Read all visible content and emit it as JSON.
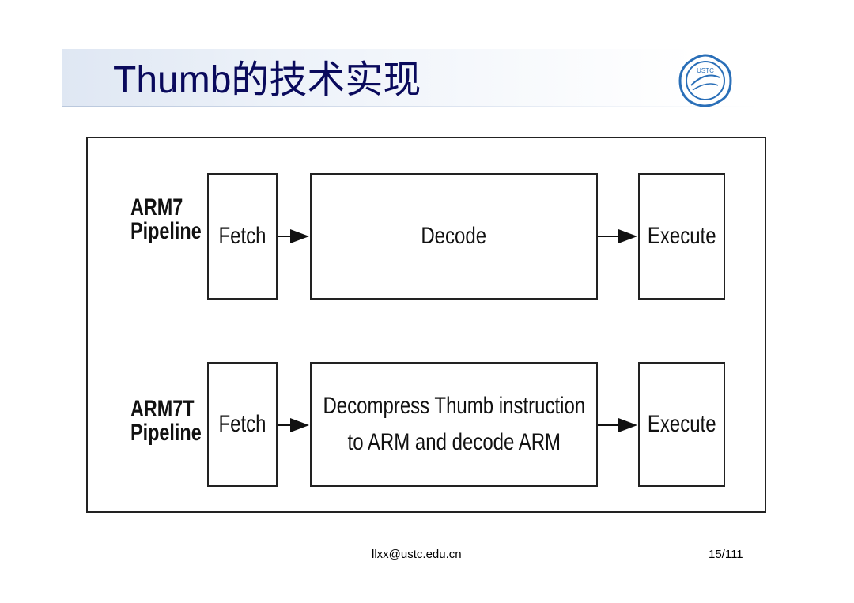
{
  "slide": {
    "title": "Thumb的技术实现"
  },
  "logo": {
    "text": "USTC",
    "icon": "ustc-university-seal-icon"
  },
  "diagram": {
    "rows": [
      {
        "label_line1": "ARM7",
        "label_line2": "Pipeline",
        "fetch": "Fetch",
        "decode": "Decode",
        "execute": "Execute"
      },
      {
        "label_line1": "ARM7T",
        "label_line2": "Pipeline",
        "fetch": "Fetch",
        "decode_line1": "Decompress Thumb instruction",
        "decode_line2": "to ARM and decode ARM",
        "execute": "Execute"
      }
    ]
  },
  "footer": {
    "email": "llxx@ustc.edu.cn",
    "page": "15/111"
  },
  "colors": {
    "title": "#0a0a5c",
    "logo": "#2a6fb8"
  }
}
